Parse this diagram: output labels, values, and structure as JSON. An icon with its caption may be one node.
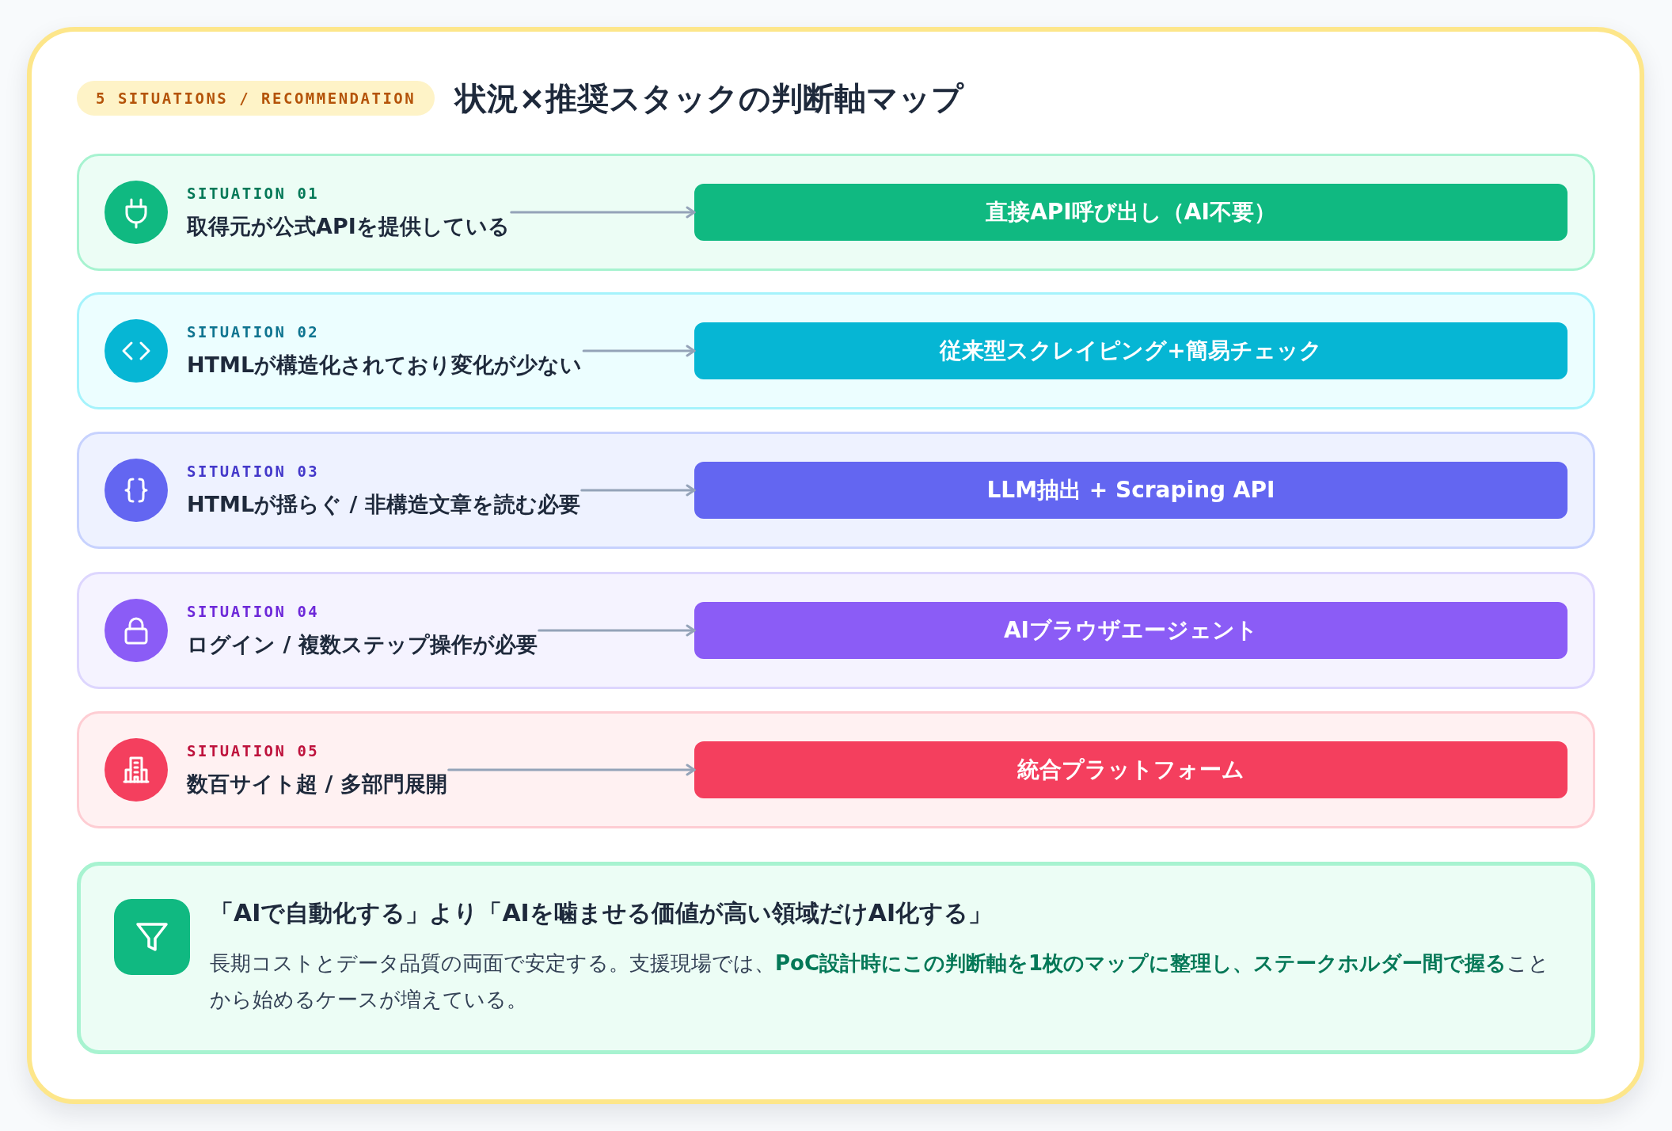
{
  "diagram": {
    "title": "状況×推奨スタックの判断軸マップ",
    "nodes": [
      {
        "text": [],
        "shape": "box"
      },
      {
        "text": [
          "SITUATION 01",
          "取得元が公式APIを提供している"
        ],
        "in": 0
      },
      {
        "text": [
          "直接API呼び出し（AI不要）"
        ],
        "in": 0
      },
      {
        "text": [],
        "shape": "box"
      },
      {
        "text": [
          "SITUATION 02",
          "HTMLが構造化されており変化が少ない"
        ],
        "in": 3
      },
      {
        "text": [
          "従来型スクレイピング+簡易チェック"
        ],
        "in": 3
      },
      {
        "text": [],
        "shape": "box"
      },
      {
        "text": [
          "SITUATION 03",
          "HTMLが揺らぐ / 非構造文章を読む必要"
        ],
        "in": 6
      },
      {
        "text": [
          "LLM抽出 + Scraping API"
        ],
        "in": 6
      },
      {
        "text": [],
        "shape": "box"
      },
      {
        "text": [
          "SITUATION 04",
          "ログイン / 複数ステップ操作が必要"
        ],
        "in": 9
      },
      {
        "text": [
          "AIブラウザエージェント"
        ],
        "in": 9
      },
      {
        "text": [],
        "shape": "box"
      },
      {
        "text": [
          "SITUATION 05",
          "数百サイト超 / 多部門展開"
        ],
        "in": 12
      },
      {
        "text": [
          "統合プラットフォーム"
        ],
        "in": 12
      },
      {
        "text": [
          "「AIで自動化する」より「AIを噛ませる価値が高い領域だけAI化する」",
          "長期コストとデータ品質の両面で安定する。支援現場では、**PoC設計時にこの判断軸を1枚のマップに整理し、ステークホルダー間で握る**ことから始めるケースが増えている。"
        ]
      }
    ],
    "edges": [
      {
        "from": 1,
        "to": 2,
        "arrow": "to"
      },
      {
        "from": 4,
        "to": 5,
        "arrow": "to"
      },
      {
        "from": 7,
        "to": 8,
        "arrow": "to"
      },
      {
        "from": 10,
        "to": 11,
        "arrow": "to"
      },
      {
        "from": 13,
        "to": 14,
        "arrow": "to"
      }
    ],
    "labels": [
      "5 SITUATIONS / RECOMMENDATION"
    ]
  }
}
